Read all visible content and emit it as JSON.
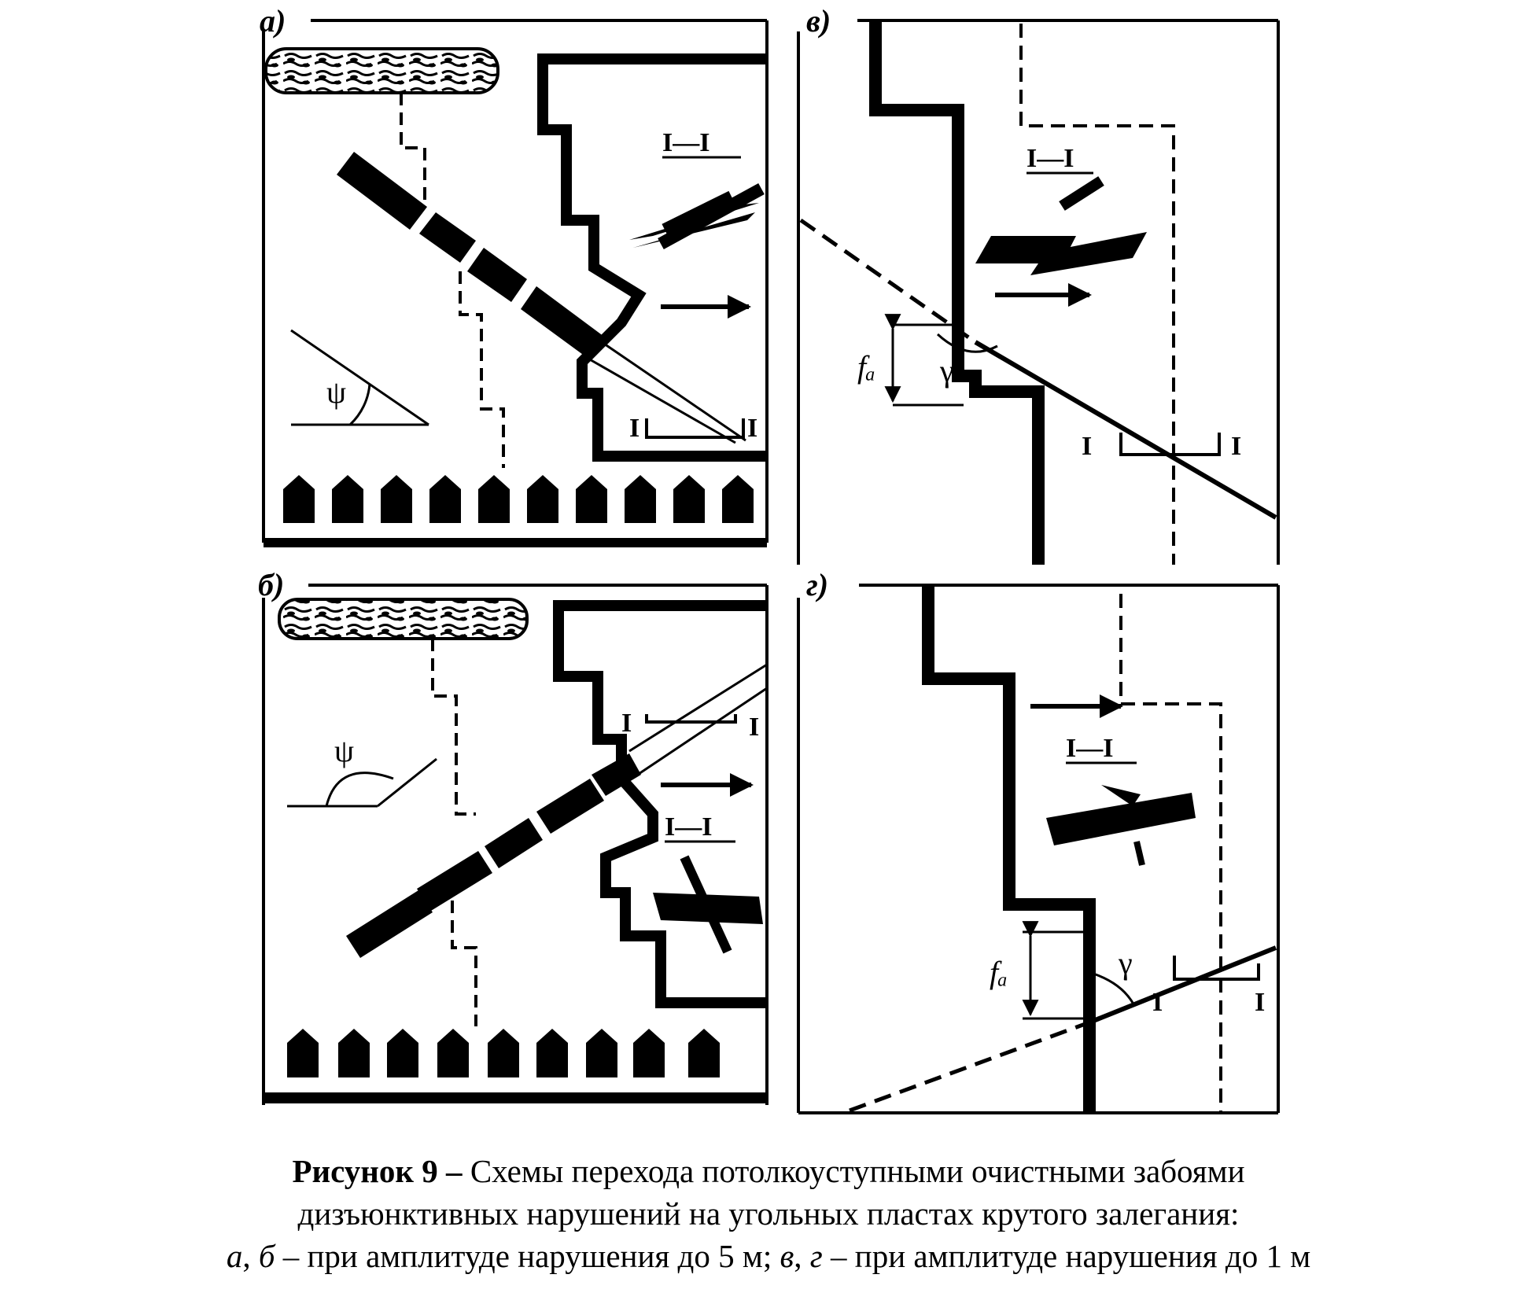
{
  "panels": [
    {
      "id": "a",
      "label": "а)",
      "section": "I—I",
      "angle": "ψ",
      "ends": [
        "I",
        "I"
      ]
    },
    {
      "id": "b",
      "label": "б)",
      "section": "I—I",
      "angle": "ψ",
      "ends": [
        "I",
        "I"
      ]
    },
    {
      "id": "v",
      "label": "в)",
      "section": "I—I",
      "angle": "γ",
      "amp": "fₐ",
      "ends": [
        "I",
        "I"
      ]
    },
    {
      "id": "g",
      "label": "г)",
      "section": "I—I",
      "angle": "γ",
      "amp": "fₐ",
      "ends": [
        "I",
        "I"
      ]
    }
  ],
  "caption": {
    "bold": "Рисунок 9 –",
    "line1": " Схемы перехода потолкоуступными очистными забоями",
    "line2": "дизъюнктивных нарушений на угольных пластах крутого залегания:",
    "l3_a": "а",
    "l3_sep1": ", ",
    "l3_b": "б",
    "l3_text1": " – при амплитуде нарушения до 5 м; ",
    "l3_c": "в",
    "l3_sep2": ", ",
    "l3_d": "г",
    "l3_text2": " – при амплитуде нарушения до 1 м"
  }
}
